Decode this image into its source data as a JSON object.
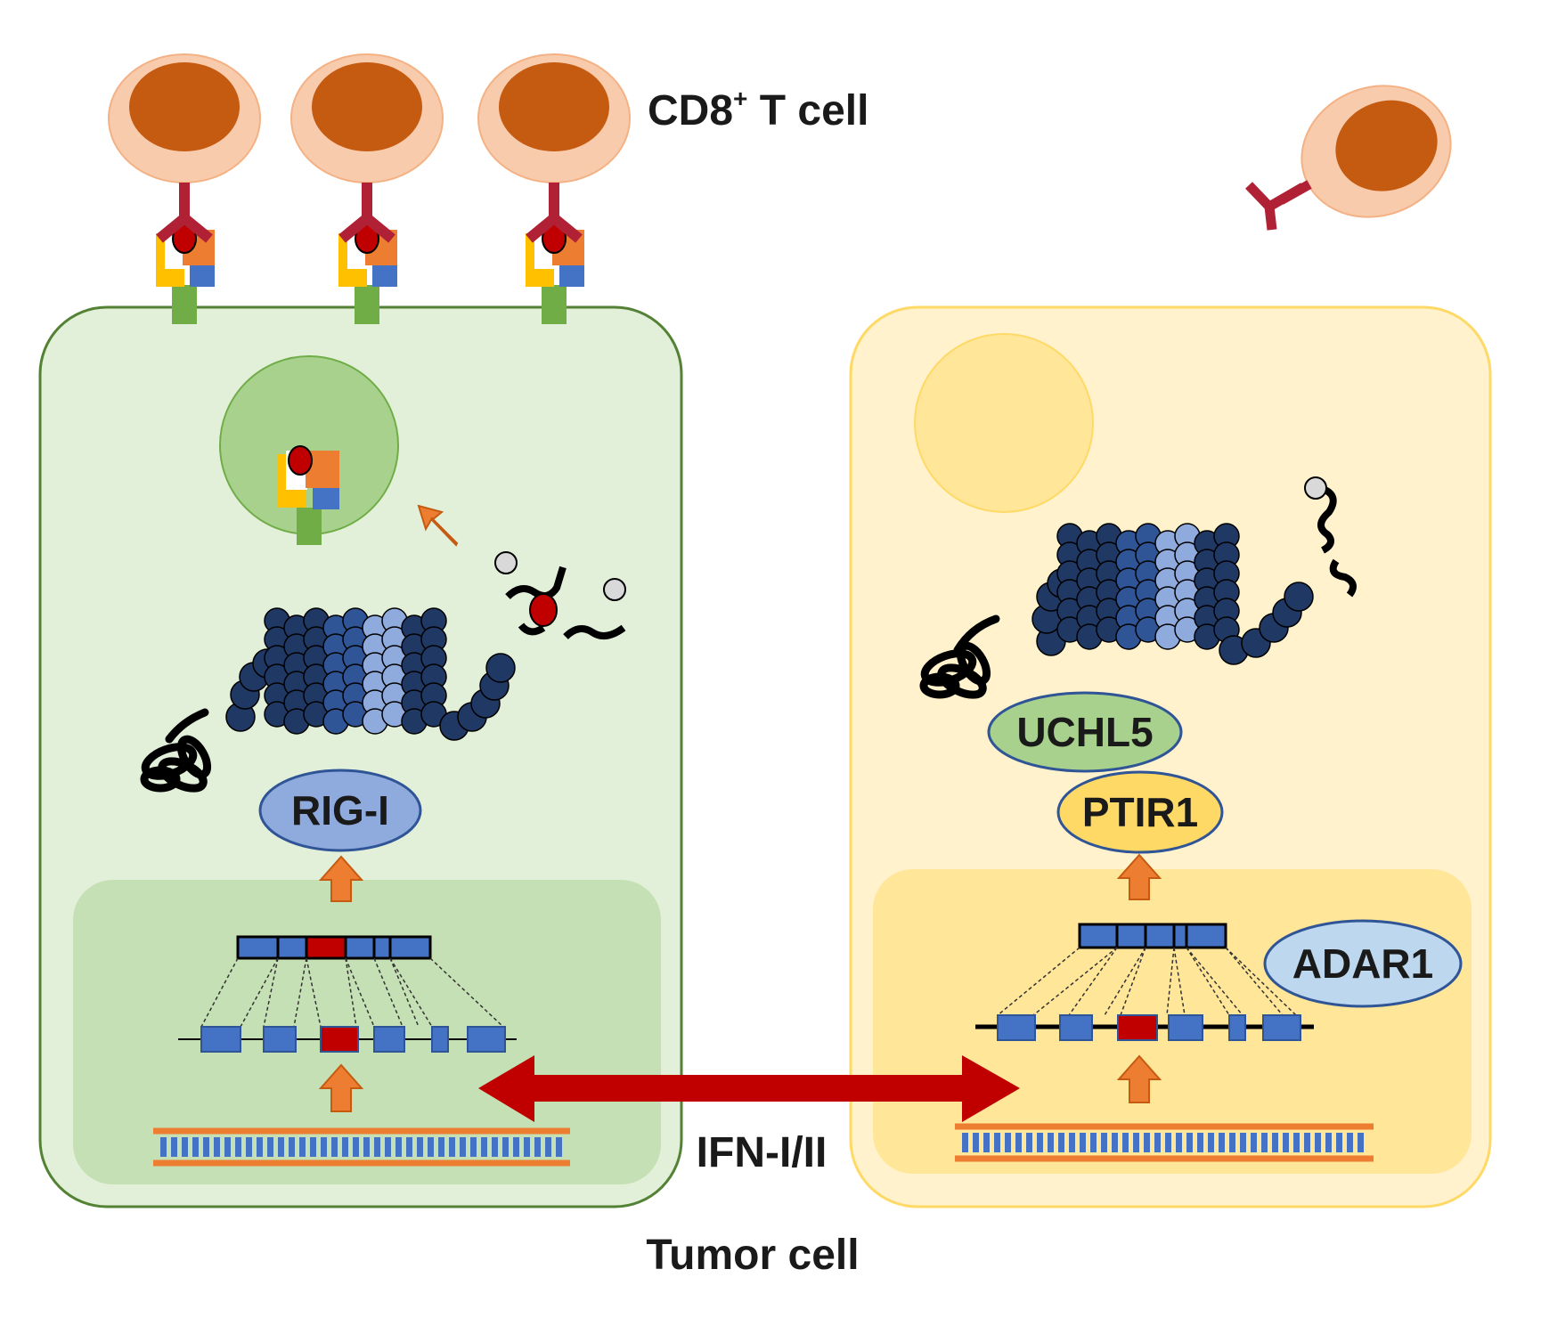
{
  "labels": {
    "tcell_label": "CD8",
    "tcell_superscript": "+",
    "tcell_suffix": " T cell",
    "ifn_label": "IFN-I/II",
    "tumor_label": "Tumor cell"
  },
  "proteins": {
    "rigi": "RIG-I",
    "uchl5": "UCHL5",
    "ptir1": "PTIR1",
    "adar1": "ADAR1"
  },
  "colors": {
    "left_cell_fill": "#e2efd9",
    "left_cell_stroke": "#548235",
    "left_nucleus": "#c5e0b4",
    "right_cell_fill": "#fff2cc",
    "right_cell_stroke": "#ffd966",
    "right_nucleus": "#ffe699",
    "tcell_membrane": "#f8cbad",
    "tcell_nucleus": "#c55a11",
    "tcr": "#b02135",
    "arrow_red": "#c00000",
    "arrow_orange": "#ed7d31",
    "exon_blue": "#4472c4",
    "exon_red": "#c00000",
    "proteasome_dark": "#203864",
    "proteasome_mid": "#2f5597",
    "proteasome_light": "#8faadc",
    "rigi_fill": "#8faadc",
    "uchl5_fill": "#a9d18e",
    "ptir1_fill": "#ffd966",
    "adar1_fill": "#bdd7ee"
  }
}
